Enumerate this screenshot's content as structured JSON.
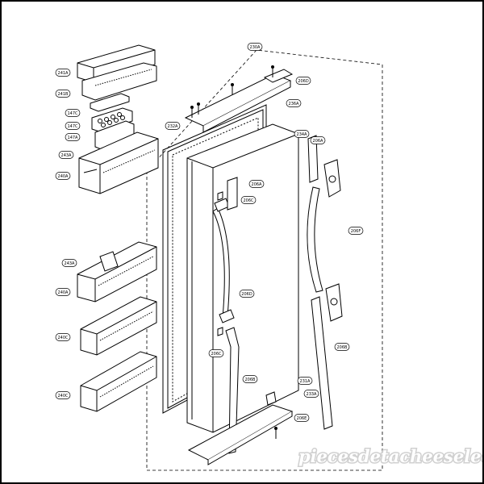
{
  "diagram": {
    "colors": {
      "line": "#000000",
      "dash": "#000000",
      "badge_fill": "#ffffff",
      "watermark_shadow": "#e8e8e8"
    },
    "labels": [
      {
        "id": "230A",
        "text": "230A"
      },
      {
        "id": "206D_top",
        "text": "206D"
      },
      {
        "id": "236A",
        "text": "236A"
      },
      {
        "id": "232A",
        "text": "232A"
      },
      {
        "id": "234A",
        "text": "234A"
      },
      {
        "id": "206A_right",
        "text": "206A"
      },
      {
        "id": "206A_mid",
        "text": "206A"
      },
      {
        "id": "206C_top",
        "text": "206C"
      },
      {
        "id": "206F",
        "text": "206F"
      },
      {
        "id": "206D_mid",
        "text": "206D"
      },
      {
        "id": "206C_bot",
        "text": "206C"
      },
      {
        "id": "206B_right",
        "text": "206B"
      },
      {
        "id": "206B_mid",
        "text": "206B"
      },
      {
        "id": "231A",
        "text": "231A"
      },
      {
        "id": "233A",
        "text": "233A"
      },
      {
        "id": "206E",
        "text": "206E"
      },
      {
        "id": "241A",
        "text": "241A"
      },
      {
        "id": "241B",
        "text": "241B"
      },
      {
        "id": "147C_a",
        "text": "147C"
      },
      {
        "id": "147C_b",
        "text": "147C"
      },
      {
        "id": "147A",
        "text": "147A"
      },
      {
        "id": "243A_top",
        "text": "243A"
      },
      {
        "id": "240A_top",
        "text": "240A"
      },
      {
        "id": "243A_mid",
        "text": "243A"
      },
      {
        "id": "240A_mid",
        "text": "240A"
      },
      {
        "id": "240C_a",
        "text": "240C"
      },
      {
        "id": "240C_b",
        "text": "240C"
      }
    ],
    "watermark": "piecesdetacheeselec.com"
  }
}
